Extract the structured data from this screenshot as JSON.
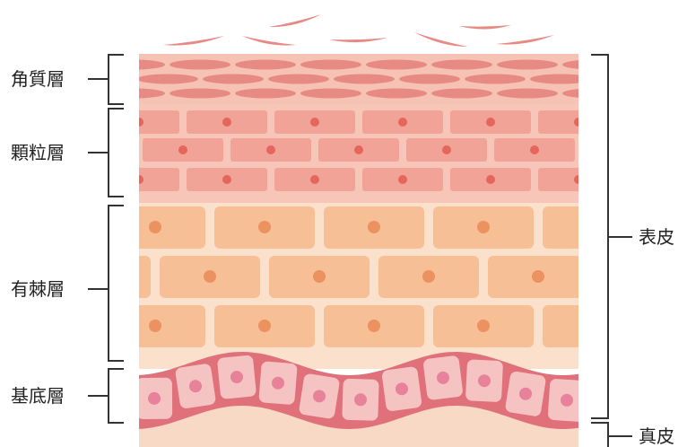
{
  "labels": {
    "stratum_corneum": "角質層",
    "stratum_granulosum": "顆粒層",
    "stratum_spinosum": "有棘層",
    "stratum_basale": "基底層",
    "epidermis": "表皮",
    "dermis": "真皮"
  },
  "colors": {
    "corneum_bg": "#f6c2b4",
    "corneum_cell": "#e88a84",
    "granular_bg": "#f7c6b8",
    "granular_cell": "#f0a396",
    "granular_nucleus": "#e5675c",
    "spinous_bg": "#fbe0cc",
    "spinous_cell": "#f6bf96",
    "spinous_nucleus": "#ec9160",
    "basal_band": "#e0707a",
    "basal_cell": "#f6c3c3",
    "basal_nucleus": "#e8829a",
    "dermis": "#f7d9c6",
    "bracket": "#333333"
  }
}
